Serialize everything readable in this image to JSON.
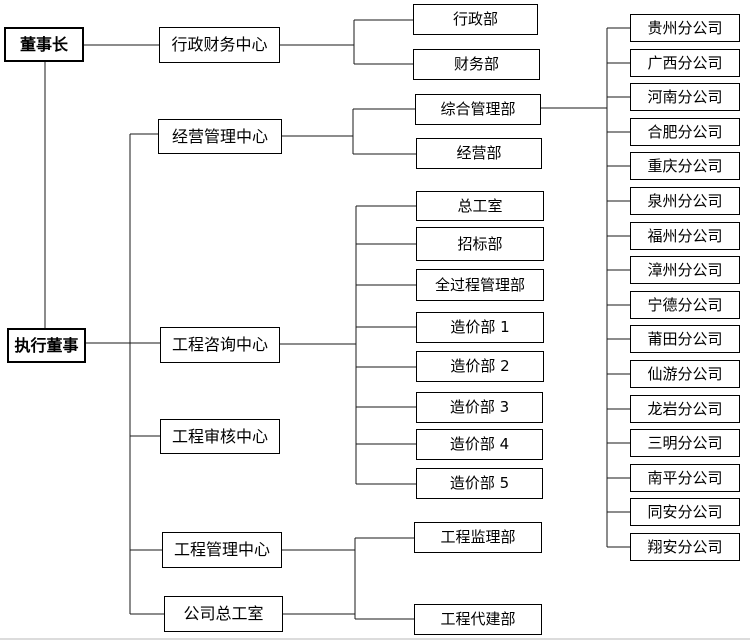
{
  "org": {
    "chairman": "董事长",
    "executive_director": "执行董事",
    "centers": {
      "admin_finance": "行政财务中心",
      "business_mgmt": "经营管理中心",
      "consulting": "工程咨询中心",
      "audit": "工程审核中心",
      "project_mgmt": "工程管理中心",
      "chief_office": "公司总工室"
    },
    "departments": {
      "admin": "行政部",
      "finance": "财务部",
      "general": "综合管理部",
      "business": "经营部",
      "chief_engineer": "总工室",
      "bidding": "招标部",
      "whole_process": "全过程管理部",
      "cost1": "造价部 1",
      "cost2": "造价部 2",
      "cost3": "造价部 3",
      "cost4": "造价部 4",
      "cost5": "造价部 5",
      "supervision": "工程监理部",
      "agent_construction": "工程代建部"
    },
    "branches": [
      "贵州分公司",
      "广西分公司",
      "河南分公司",
      "合肥分公司",
      "重庆分公司",
      "泉州分公司",
      "福州分公司",
      "漳州分公司",
      "宁德分公司",
      "莆田分公司",
      "仙游分公司",
      "龙岩分公司",
      "三明分公司",
      "南平分公司",
      "同安分公司",
      "翔安分公司"
    ]
  },
  "colors": {
    "line": "#1a1a1a",
    "box_border": "#000000",
    "box_fill": "#ffffff",
    "text": "#000000"
  }
}
